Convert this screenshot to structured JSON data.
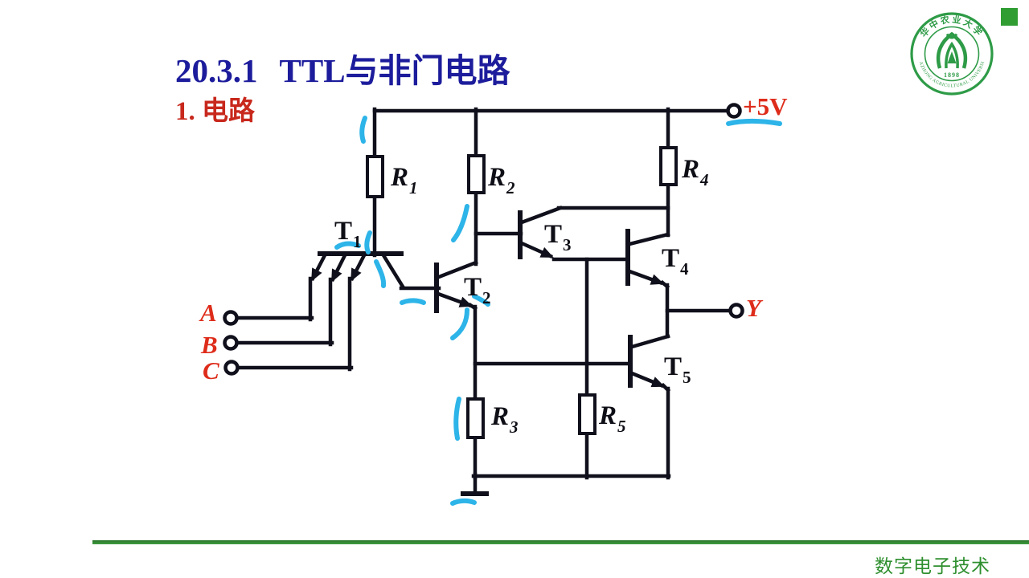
{
  "slide": {
    "title_num": "20.3.1",
    "title_text": "TTL与非门电路",
    "subtitle": "1. 电路",
    "footer": "数字电子技术"
  },
  "colors": {
    "title_blue": "#1c1c9c",
    "subtitle_red": "#c8281c",
    "circuit_label_red": "#de2c1a",
    "line_black": "#10101c",
    "annotation_cyan": "#2db4e8",
    "footer_green": "#2e8f2e",
    "logo_green": "#2e9b47"
  },
  "logo": {
    "chinese": "华中农业大学",
    "english": "HUAZHONG AGRICULTURAL UNIVERSITY",
    "year": "1898"
  },
  "circuit": {
    "supply_label": "+5V",
    "output_label": "Y",
    "inputs": [
      "A",
      "B",
      "C"
    ],
    "resistors": [
      {
        "main": "R",
        "sub": "1"
      },
      {
        "main": "R",
        "sub": "2"
      },
      {
        "main": "R",
        "sub": "3"
      },
      {
        "main": "R",
        "sub": "4"
      },
      {
        "main": "R",
        "sub": "5"
      }
    ],
    "transistors": [
      {
        "main": "T",
        "sub": "1"
      },
      {
        "main": "T",
        "sub": "2"
      },
      {
        "main": "T",
        "sub": "3"
      },
      {
        "main": "T",
        "sub": "4"
      },
      {
        "main": "T",
        "sub": "5"
      }
    ]
  }
}
